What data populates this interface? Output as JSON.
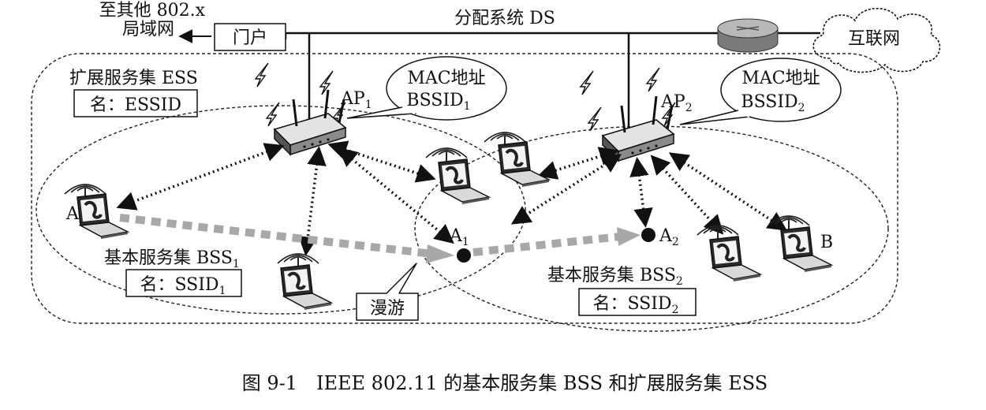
{
  "title_left_line1": "至其他 802.x",
  "title_left_line2": "局域网",
  "portal_label": "门户",
  "ds_label": "分配系统 DS",
  "internet_label": "互联网",
  "ess_label": "扩展服务集 ESS",
  "ess_name": "名：ESSID",
  "ap1": {
    "base": "AP",
    "sub": "1"
  },
  "ap2": {
    "base": "AP",
    "sub": "2"
  },
  "mac1": {
    "line1": "MAC地址",
    "base": "BSSID",
    "sub": "1"
  },
  "mac2": {
    "line1": "MAC地址",
    "base": "BSSID",
    "sub": "2"
  },
  "bss1_label": {
    "base": "基本服务集 BSS",
    "sub": "1"
  },
  "bss2_label": {
    "base": "基本服务集 BSS",
    "sub": "2"
  },
  "bss1_name": {
    "base": "名：SSID",
    "sub": "1"
  },
  "bss2_name": {
    "base": "名：SSID",
    "sub": "2"
  },
  "station_a": "A",
  "station_b": "B",
  "station_a1": {
    "base": "A",
    "sub": "1"
  },
  "station_a2": {
    "base": "A",
    "sub": "2"
  },
  "roaming_label": "漫游",
  "caption": "图 9-1　IEEE 802.11 的基本服务集 BSS 和扩展服务集 ESS",
  "colors": {
    "line": "#111111",
    "roam_arrow": "#a8a8a8",
    "router": "#9a9a9a"
  }
}
